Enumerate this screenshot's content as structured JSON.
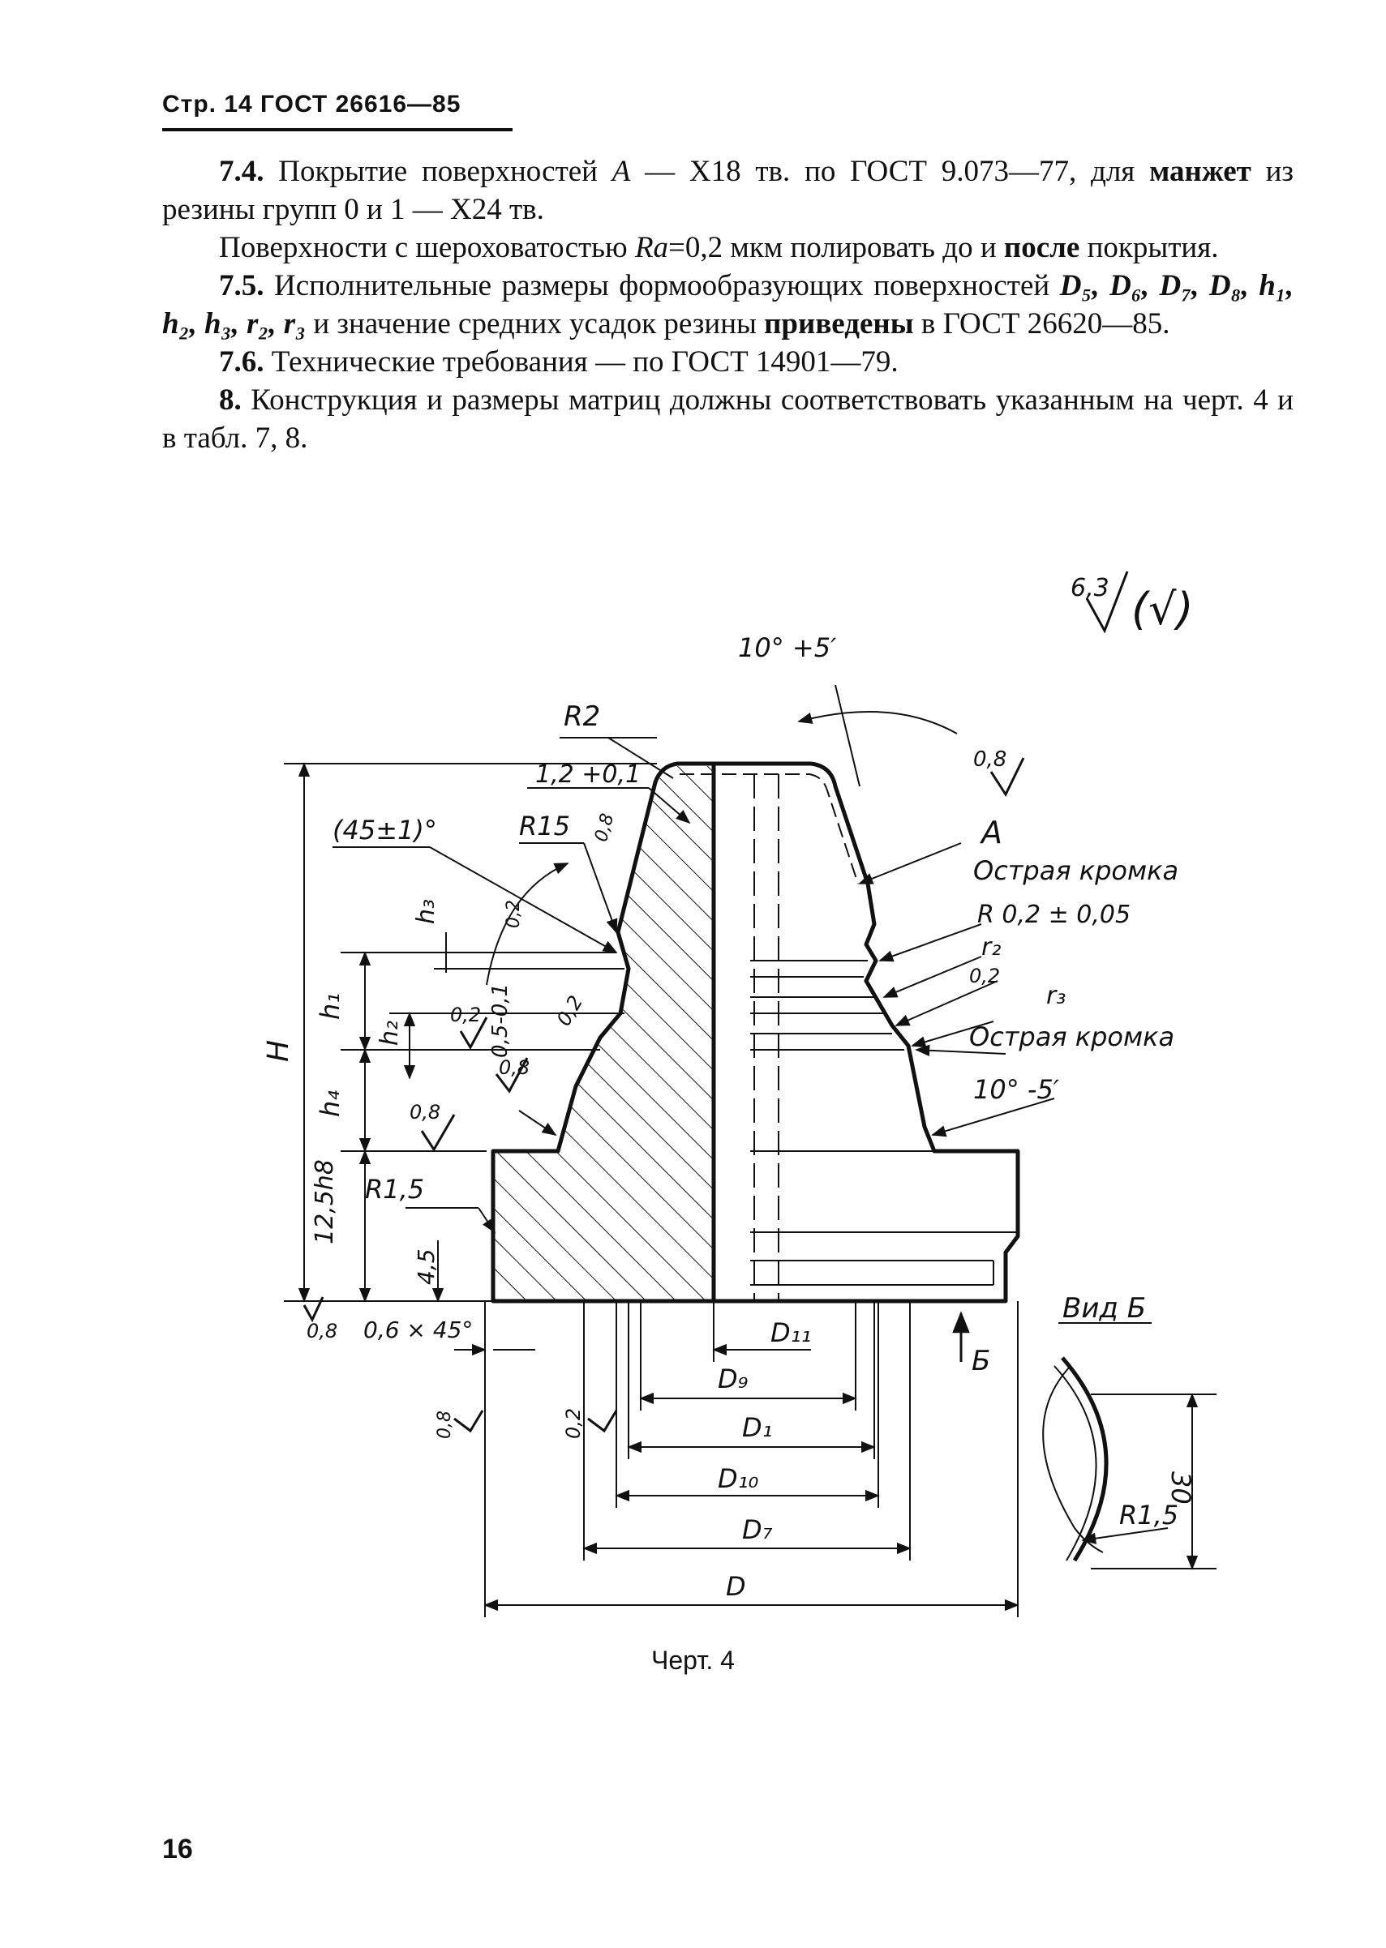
{
  "header": {
    "title": "Стр. 14 ГОСТ 26616—85"
  },
  "paragraphs": {
    "p1": {
      "num": "7.4.",
      "text_a": " Покрытие поверхностей ",
      "A": "А",
      "text_b": " — Х18 тв. по ГОСТ 9.073—77, для ",
      "bold": "манжет",
      "text_c": " из резины групп 0 и 1 — Х24 тв."
    },
    "p2": {
      "text_a": "Поверхности с шероховатостью ",
      "Ra": "Ra",
      "text_b": "=0,2 мкм полировать до и ",
      "bold": "после",
      "text_c": " покрытия."
    },
    "p3": {
      "num": "7.5.",
      "text_a": " Исполнительные размеры формообразующих поверхностей ",
      "dims": "D₅, D₆, D₇, D₈, h₁, h₂, h₃, r₂, r₃",
      "text_b": " и значение средних усадок резины ",
      "bold": "приведены",
      "text_c": " в ГОСТ 26620—85."
    },
    "p4": {
      "num": "7.6.",
      "text": " Технические требования — по ГОСТ 14901—79."
    },
    "p5": {
      "num": "8.",
      "text_a": " Конструкция и размеры матриц должны соответствовать указанным на черт. 4 и в табл. 7, 8."
    }
  },
  "drawing": {
    "roughness_main": "6,3",
    "roughness_paren": "(√)",
    "angle_top": "10° +5′",
    "r2": "R2",
    "dim_12": "1,2 +0,1",
    "angle_45": "(45±1)°",
    "r15": "R15",
    "r08_a": "0,8",
    "surf_A": "А",
    "sharp_edge_1": "Острая кромка",
    "r02_005": "R 0,2 ± 0,05",
    "r_2": "r₂",
    "r_3": "r₃",
    "ra02_a": "0,2",
    "ra02_b": "0,2",
    "ra02_c": "0,2",
    "ra02_d": "0,2",
    "ra02_e": "0,2",
    "sharp_edge_2": "Острая кромка",
    "h1": "h₁",
    "h2": "h₂",
    "h3": "h₃",
    "h4": "h₄",
    "H": "H",
    "dim_05": "0,5-0,1",
    "ra08_b": "0,8",
    "ra08_c": "0,8",
    "ra08_d": "0,8",
    "ra08_e": "0,8",
    "ra08_f": "0,8",
    "dim_125": "12,5h8",
    "r15_small": "R1,5",
    "dim_45": "4,5",
    "chamfer": "0,6 × 45°",
    "angle_bottom": "10° -5′",
    "D11": "D₁₁",
    "D9": "D₉",
    "D1": "D₁",
    "D10": "D₁₀",
    "D7": "D₇",
    "D": "D",
    "arrow_B": "Б",
    "view_B": "Вид Б",
    "dim_30": "30",
    "r15_view": "R1,5"
  },
  "caption": "Черт. 4",
  "page_number": "16"
}
